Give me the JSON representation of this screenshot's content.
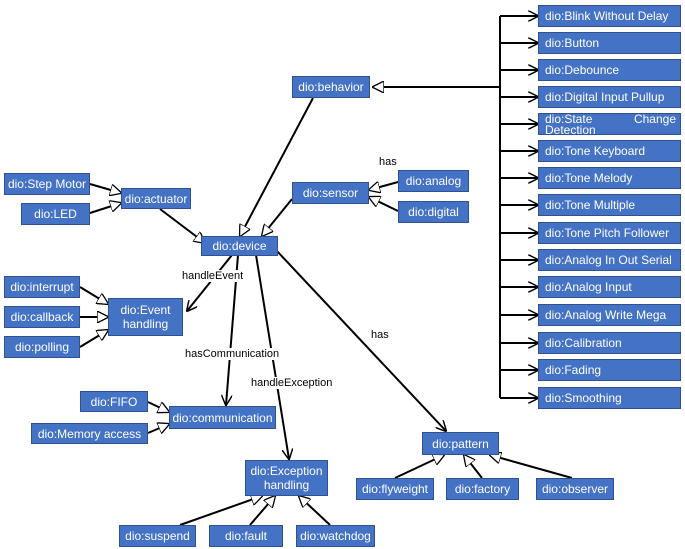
{
  "nodes": {
    "behavior": "dio:behavior",
    "sensor": "dio:sensor",
    "analog": "dio:analog",
    "digital": "dio:digital",
    "actuator": "dio:actuator",
    "step_motor": "dio:Step Motor",
    "led": "dio:LED",
    "device": "dio:device",
    "interrupt": "dio:interrupt",
    "callback": "dio:callback",
    "polling": "dio:polling",
    "event_handling": "dio:Event handling",
    "fifo": "dio:FIFO",
    "memory_access": "dio:Memory access",
    "communication": "dio:communication",
    "exception_handling": "dio:Exception handling",
    "suspend": "dio:suspend",
    "fault": "dio:fault",
    "watchdog": "dio:watchdog",
    "pattern": "dio:pattern",
    "flyweight": "dio:flyweight",
    "factory": "dio:factory",
    "observer": "dio:observer"
  },
  "behavior_list": [
    "dio:Blink Without Delay",
    "dio:Button",
    "dio:Debounce",
    "dio:Digital Input Pullup",
    "dio:State Change Detection",
    "dio:Tone Keyboard",
    "dio:Tone Melody",
    "dio:Tone Multiple",
    "dio:Tone Pitch Follower",
    "dio:Analog In Out Serial",
    "dio:Analog Input",
    "dio:Analog Write Mega",
    "dio:Calibration",
    "dio:Fading",
    "dio:Smoothing"
  ],
  "edge_labels": {
    "sensor_has": "has",
    "handle_event": "handleEvent",
    "has_communication": "hasCommunication",
    "handle_exception": "handleException",
    "pattern_has": "has"
  },
  "colors": {
    "node_fill": "#4472c4",
    "node_border": "#2f528f",
    "node_text": "#ffffff",
    "edge": "#000000"
  }
}
